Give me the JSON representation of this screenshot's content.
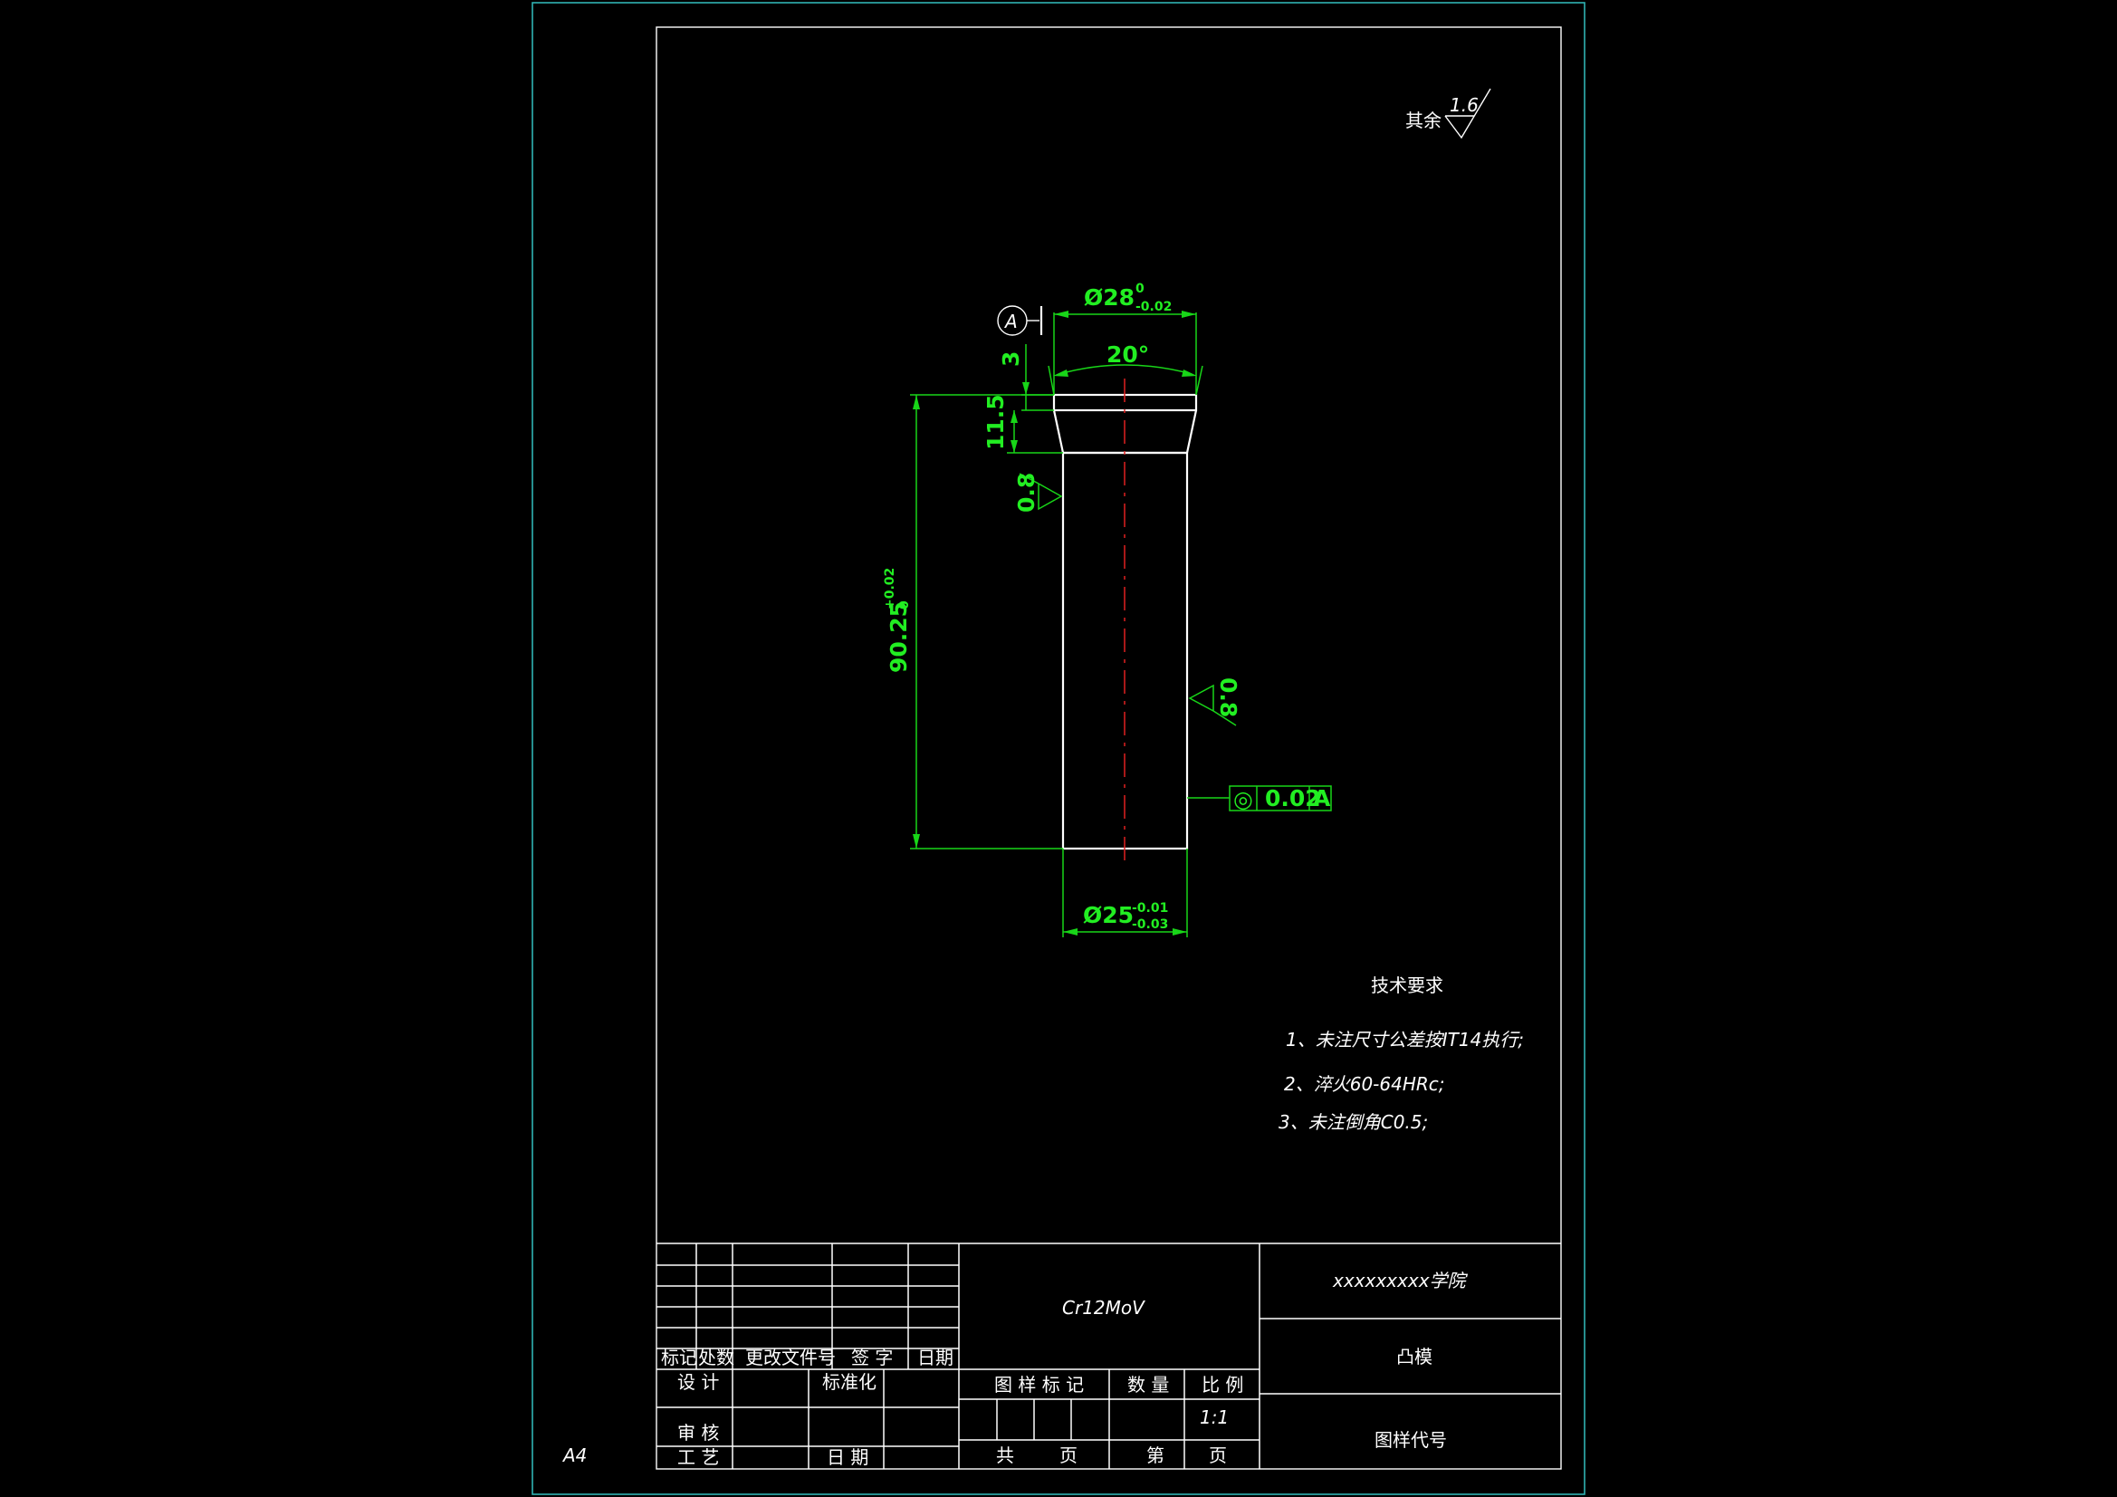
{
  "colors": {
    "background": "#000000",
    "frame": "#2fb3b3",
    "geometry": "#ffffff",
    "dimension": "#18d618",
    "centerline": "#e02020"
  },
  "roughness_general": {
    "prefix": "其余",
    "value": "1.6"
  },
  "datum": {
    "letter": "A"
  },
  "dimensions": {
    "top_diameter": {
      "base": "Ø28",
      "upper": "0",
      "lower": "-0.02"
    },
    "angle": "20°",
    "chamfer_height": "3",
    "taper_length": "11.5",
    "total_length": {
      "base": "90.25",
      "upper": "+0.02",
      "lower": "0"
    },
    "bottom_diameter": {
      "base": "Ø25",
      "upper": "-0.01",
      "lower": "-0.03"
    }
  },
  "roughness_left": "0.8",
  "roughness_right": "0.8",
  "tolerance_frame": {
    "symbol": "◎",
    "value": "0.02",
    "datum": "A"
  },
  "tech_requirements": {
    "title": "技术要求",
    "items": [
      "1、未注尺寸公差按IT14执行;",
      "2、淬火60-64HRc;",
      "3、未注倒角C0.5;"
    ]
  },
  "title_block": {
    "revision_headers": [
      "标记",
      "处数",
      "更改文件号",
      "签 字",
      "日期"
    ],
    "row_design": "设 计",
    "row_standard": "标准化",
    "row_review": "审 核",
    "row_process": "工 艺",
    "row_date": "日 期",
    "material": "Cr12MoV",
    "col_mark": "图 样 标 记",
    "col_quantity": "数 量",
    "col_scale": "比 例",
    "scale_value": "1:1",
    "total_label": "共",
    "page_label": "页",
    "sheet_label": "第",
    "sheet_page_label": "页",
    "institution": "xxxxxxxxx学院",
    "part_name": "凸模",
    "drawing_code": "图样代号"
  },
  "sheet_size": "A4"
}
